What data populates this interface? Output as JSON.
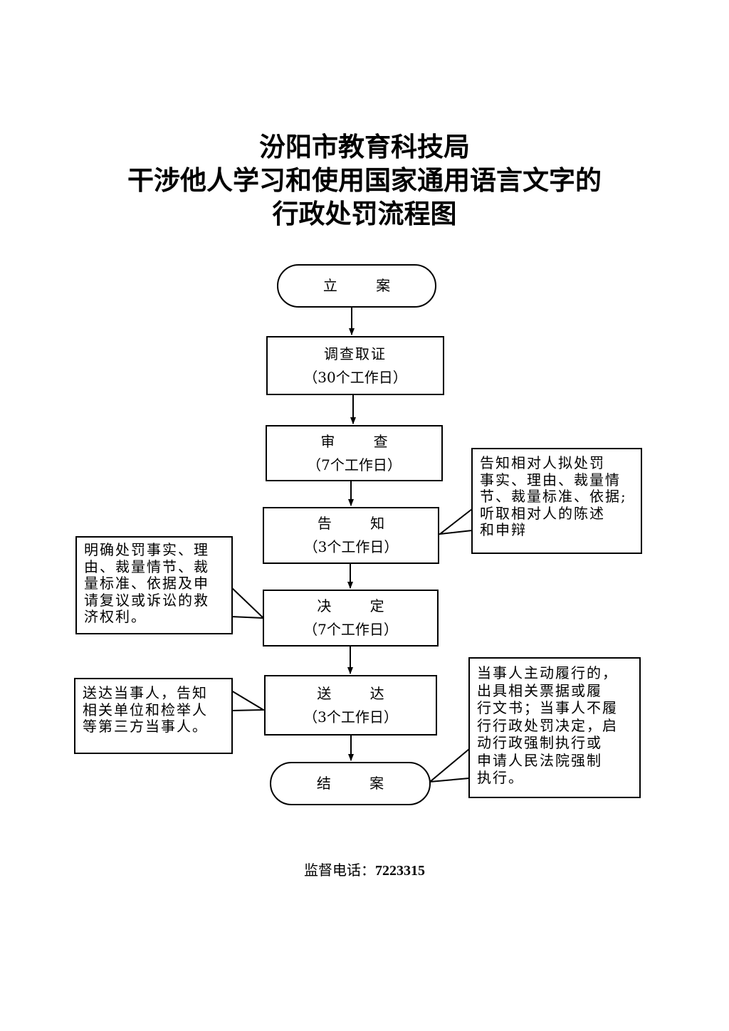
{
  "title": {
    "line1": "汾阳市教育科技局",
    "line2": "干涉他人学习和使用国家通用语言文字的",
    "line3": "行政处罚流程图"
  },
  "steps": [
    {
      "label": "立 案",
      "sub": ""
    },
    {
      "label": "调查取证",
      "sub": "（30个工作日）"
    },
    {
      "label": "审 查",
      "sub": "（7个工作日）"
    },
    {
      "label": "告 知",
      "sub": "（3个工作日）"
    },
    {
      "label": "决 定",
      "sub": "（7个工作日）"
    },
    {
      "label": "送 达",
      "sub": "（3个工作日）"
    },
    {
      "label": "结 案",
      "sub": ""
    }
  ],
  "notes": {
    "notify": [
      "告知相对人拟处罚",
      "事实、理由、裁量情",
      "节、裁量标准、依据;",
      "听取相对人的陈述",
      "和申辩"
    ],
    "decide": [
      "明确处罚事实、理",
      "由、裁量情节、裁",
      "量标准、依据及申",
      "请复议或诉讼的救",
      "济权利。"
    ],
    "deliver": [
      "送达当事人，告知",
      "相关单位和检举人",
      "等第三方当事人。"
    ],
    "close": [
      "当事人主动履行的，",
      "出具相关票据或履",
      "行文书；当事人不履",
      "行行政处罚决定，启",
      "动行政强制执行或",
      "申请人民法院强制",
      "执行。"
    ]
  },
  "phone": {
    "label": "监督电话：",
    "number": "7223315"
  }
}
